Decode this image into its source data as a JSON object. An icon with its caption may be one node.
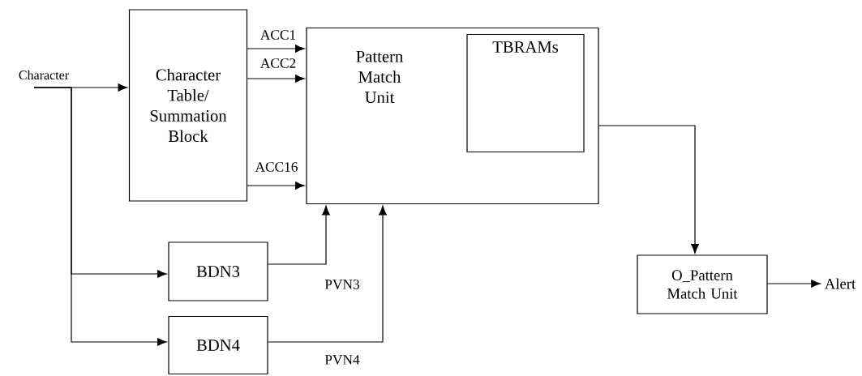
{
  "diagram": {
    "nodes": [
      {
        "text": [
          "Character"
        ]
      },
      {
        "text": [
          "Character Table/ Summation Block"
        ]
      },
      {
        "text": [
          "Pattern Match Unit"
        ]
      },
      {
        "text": [
          "TBRAMs"
        ],
        "in": 2
      },
      {
        "text": [
          "BDN3"
        ]
      },
      {
        "text": [
          "BDN4"
        ]
      },
      {
        "text": [
          "O_Pattern Match Unit"
        ]
      },
      {
        "text": [
          "Alert"
        ]
      }
    ],
    "edges": [
      {
        "from": 0,
        "to": 1,
        "arrow": "to"
      },
      {
        "from": 0,
        "to": 4,
        "arrow": "to"
      },
      {
        "from": 0,
        "to": 5,
        "arrow": "to"
      },
      {
        "from": 1,
        "to": 2,
        "arrow": "to",
        "label": "ACC1"
      },
      {
        "from": 1,
        "to": 2,
        "arrow": "to",
        "label": "ACC2"
      },
      {
        "from": 1,
        "to": 2,
        "arrow": "to",
        "label": "ACC16"
      },
      {
        "from": 4,
        "to": 2,
        "arrow": "to",
        "label": "PVN3"
      },
      {
        "from": 5,
        "to": 2,
        "arrow": "to",
        "label": "PVN4"
      },
      {
        "from": 2,
        "to": 6,
        "arrow": "to"
      },
      {
        "from": 6,
        "to": 7,
        "arrow": "to"
      }
    ]
  }
}
